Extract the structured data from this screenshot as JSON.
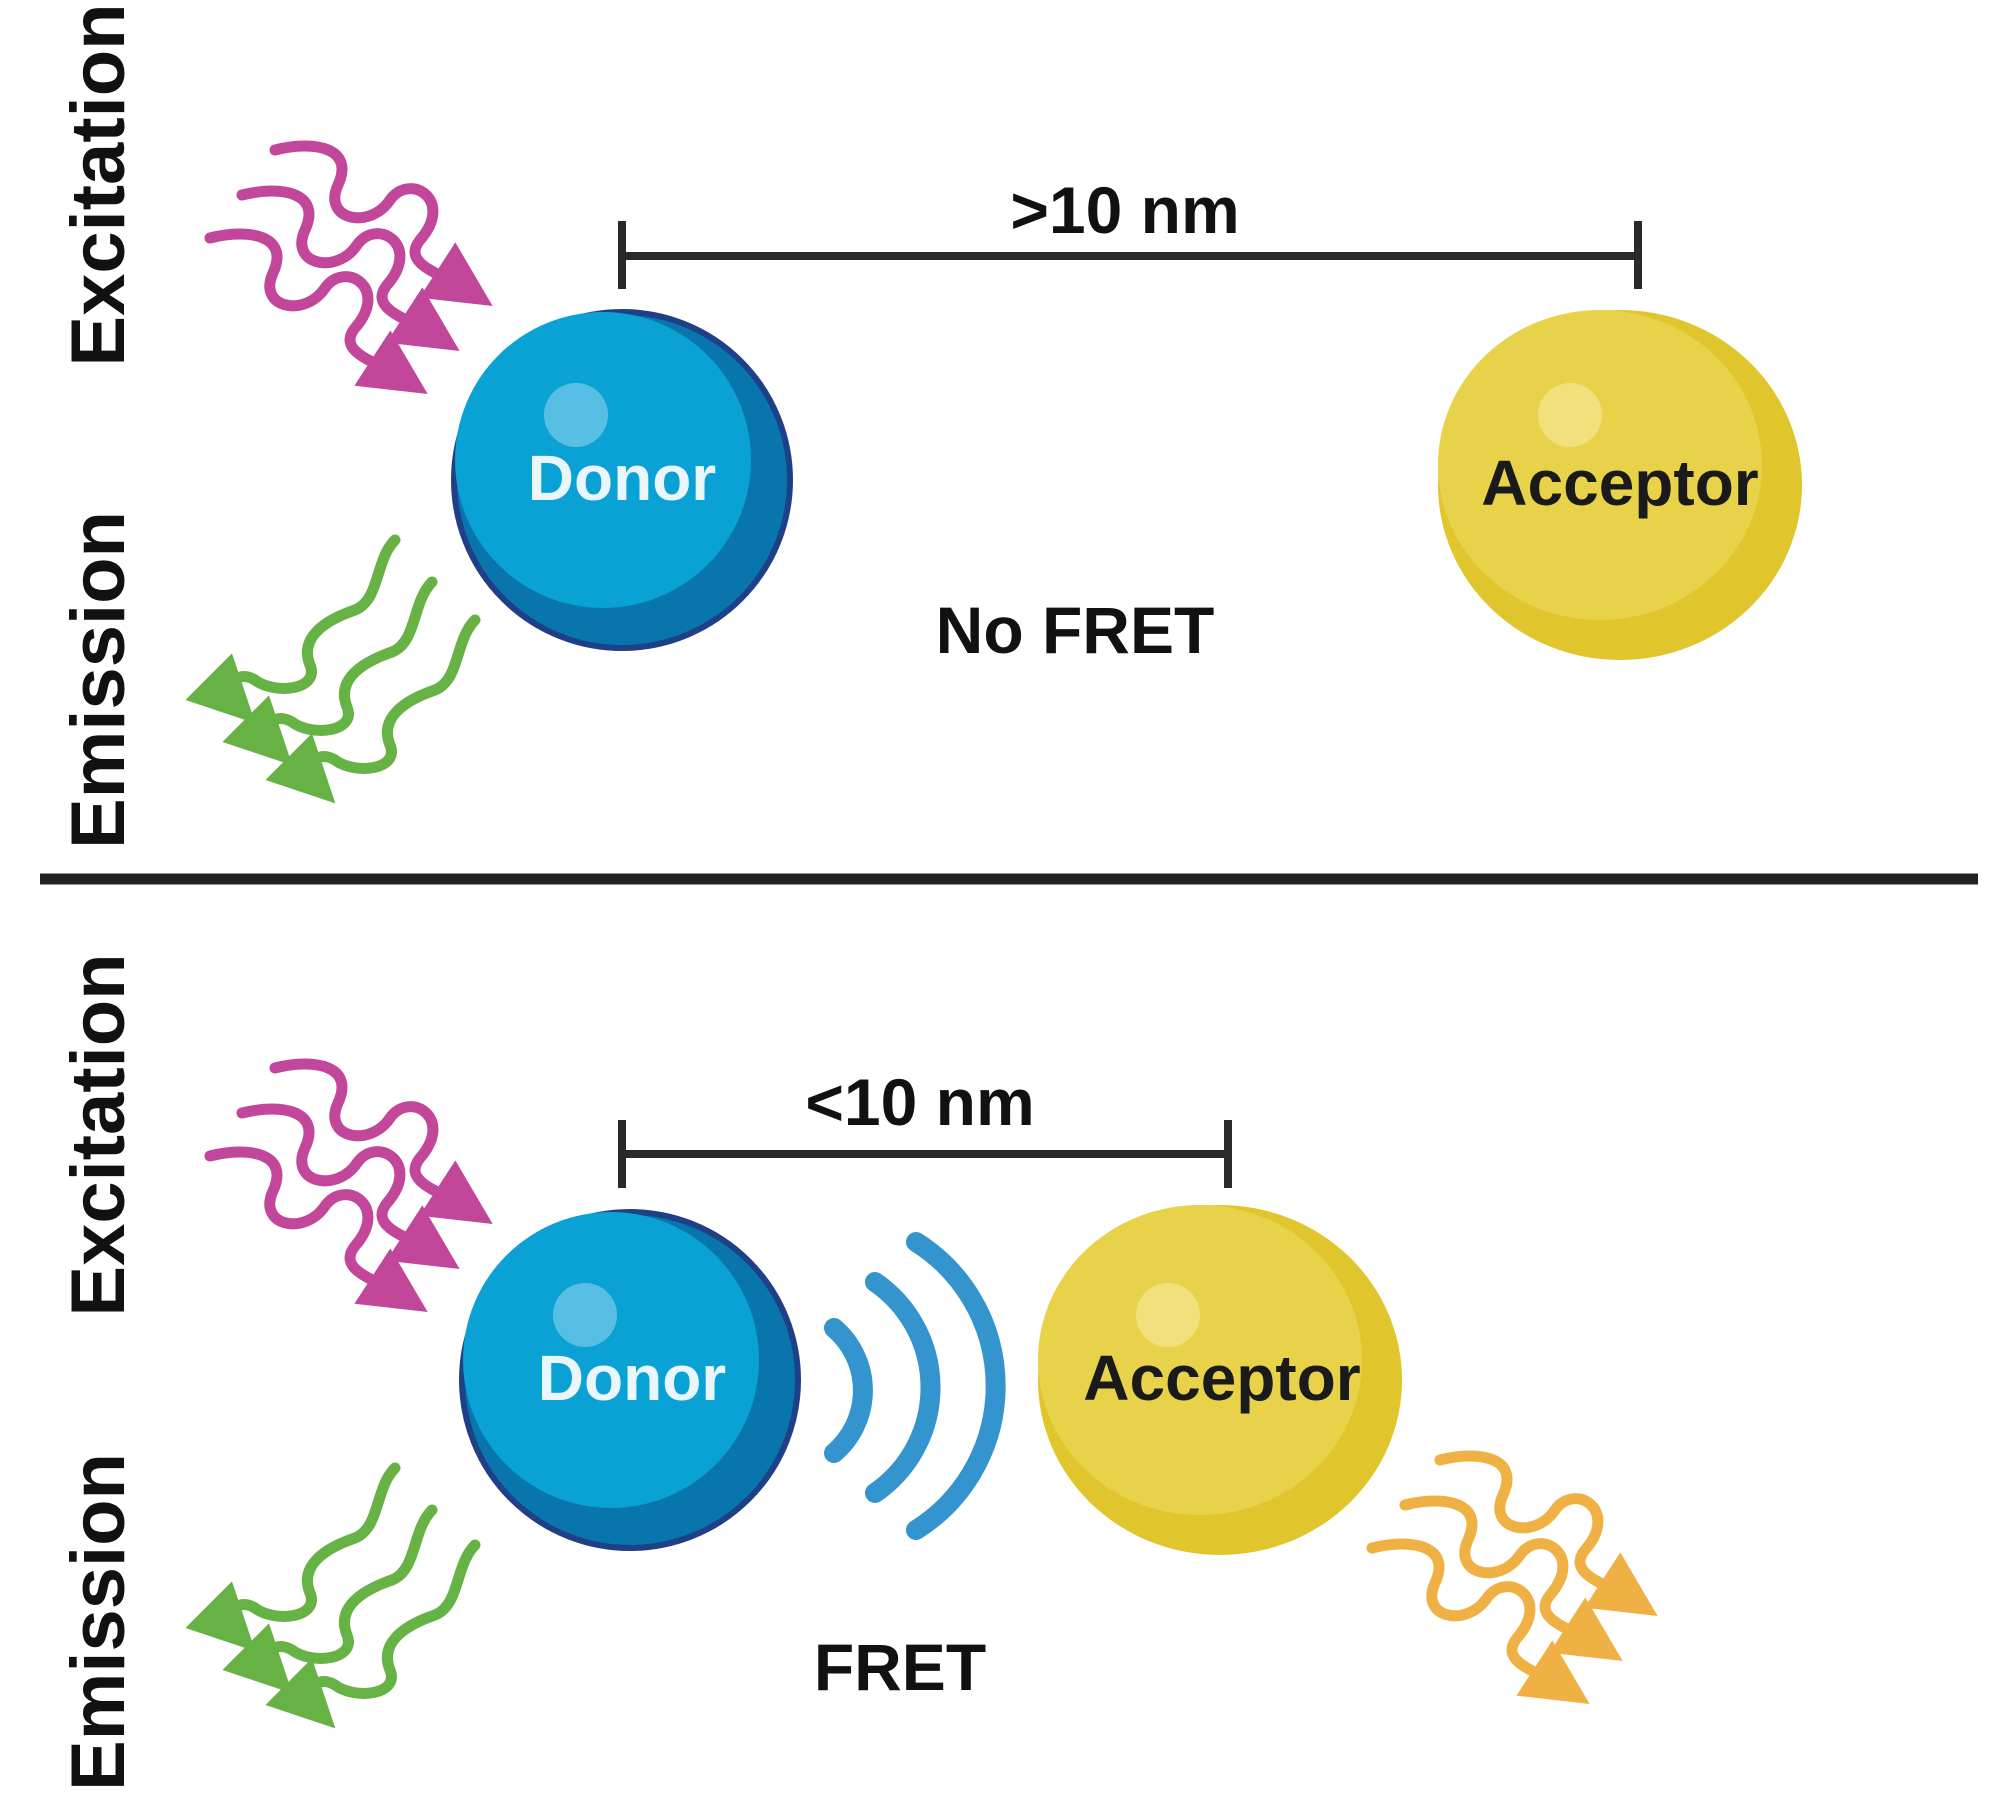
{
  "colors": {
    "excitation": "#c2479b",
    "donor_emission": "#66b245",
    "acceptor_emission": "#f0b144",
    "donor": "#0aa1d5",
    "donor_outline": "#1f3f86",
    "acceptor": "#e6cf3d",
    "transfer_waves": "#3494cd",
    "divider": "#222222"
  },
  "panel_no_fret": {
    "excitation_label": "Excitation",
    "emission_label": "Emission",
    "distance_label": ">10 nm",
    "donor_label": "Donor",
    "acceptor_label": "Acceptor",
    "state_label": "No FRET"
  },
  "panel_fret": {
    "excitation_label": "Excitation",
    "emission_label": "Emission",
    "distance_label": "<10 nm",
    "donor_label": "Donor",
    "acceptor_label": "Acceptor",
    "state_label": "FRET"
  }
}
